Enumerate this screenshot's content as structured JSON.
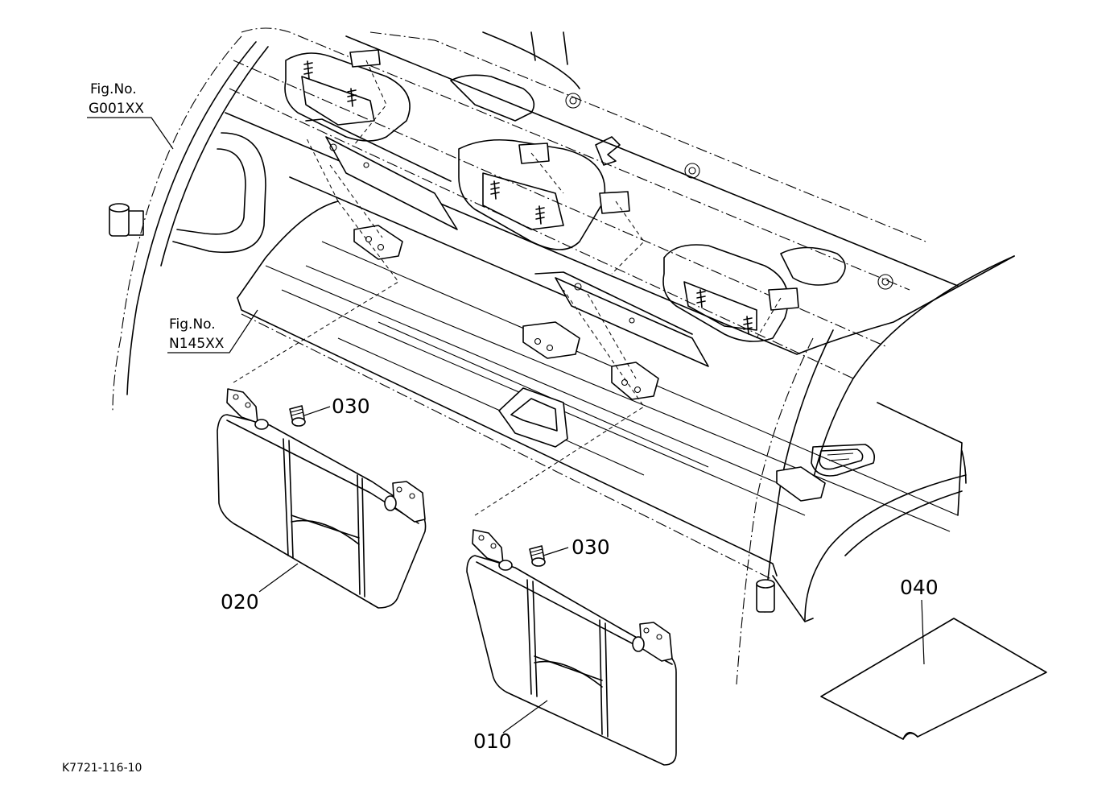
{
  "figure_refs": [
    {
      "label": "Fig.No.",
      "number": "G001XX"
    },
    {
      "label": "Fig.No.",
      "number": "N145XX"
    }
  ],
  "callouts": {
    "part_010": "010",
    "part_020": "020",
    "part_030_left": "030",
    "part_030_right": "030",
    "part_040": "040"
  },
  "drawing_code": "K7721-116-10"
}
